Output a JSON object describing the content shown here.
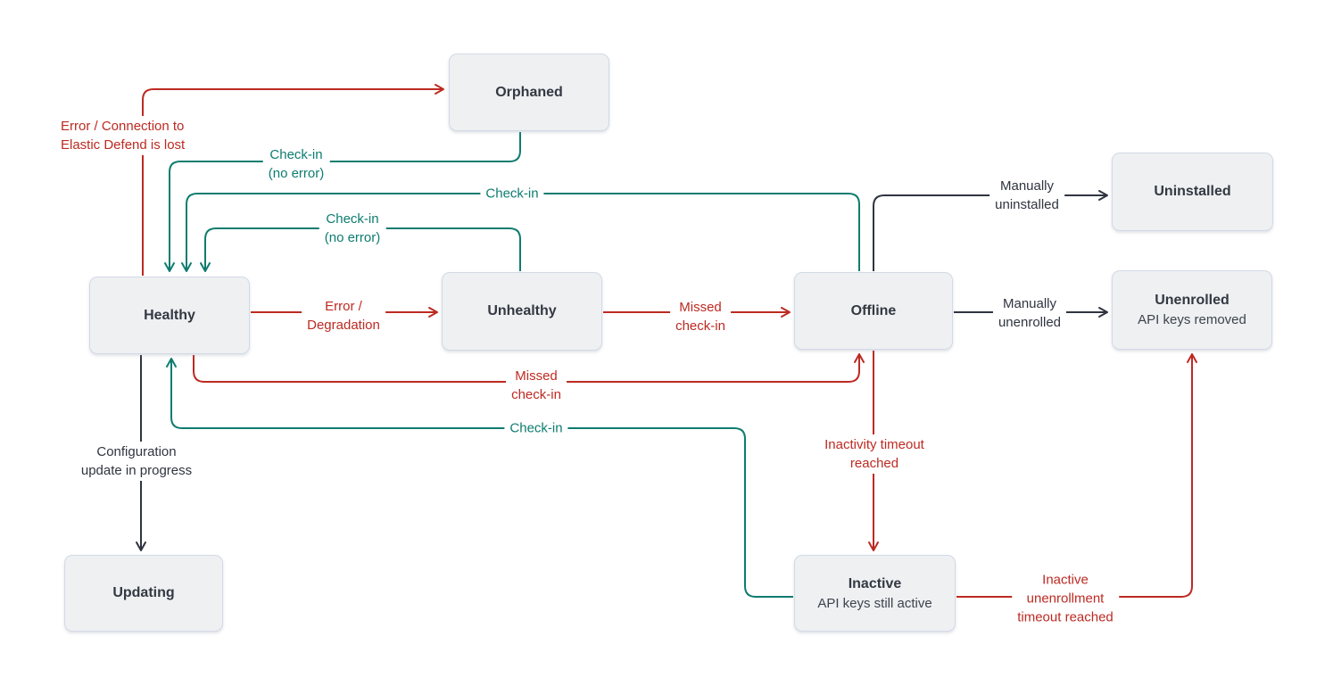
{
  "colors": {
    "error_red": "#bd2a22",
    "checkin_teal": "#0e7c6f",
    "neutral_dark": "#2f3440",
    "node_fill": "#eef0f2",
    "node_border": "#d3dae6",
    "node_text": "#333842"
  },
  "nodes": {
    "orphaned": {
      "label": "Orphaned"
    },
    "healthy": {
      "label": "Healthy"
    },
    "unhealthy": {
      "label": "Unhealthy"
    },
    "offline": {
      "label": "Offline"
    },
    "uninstalled": {
      "label": "Uninstalled"
    },
    "unenrolled": {
      "label": "Unenrolled",
      "sublabel": "API keys removed"
    },
    "updating": {
      "label": "Updating"
    },
    "inactive": {
      "label": "Inactive",
      "sublabel": "API keys still active"
    }
  },
  "edges": {
    "healthy_to_orphaned": {
      "from": "Healthy",
      "to": "Orphaned",
      "label": "Error / Connection to\nElastic Defend is lost",
      "color": "red"
    },
    "orphaned_to_healthy": {
      "from": "Orphaned",
      "to": "Healthy",
      "label": "Check-in\n(no error)",
      "color": "teal"
    },
    "offline_to_healthy": {
      "from": "Offline",
      "to": "Healthy",
      "label": "Check-in",
      "color": "teal"
    },
    "unhealthy_to_healthy": {
      "from": "Unhealthy",
      "to": "Healthy",
      "label": "Check-in\n(no error)",
      "color": "teal"
    },
    "healthy_to_unhealthy": {
      "from": "Healthy",
      "to": "Unhealthy",
      "label": "Error /\nDegradation",
      "color": "red"
    },
    "unhealthy_to_offline": {
      "from": "Unhealthy",
      "to": "Offline",
      "label": "Missed\ncheck-in",
      "color": "red"
    },
    "healthy_to_offline": {
      "from": "Healthy",
      "to": "Offline",
      "label": "Missed\ncheck-in",
      "color": "red"
    },
    "inactive_to_healthy": {
      "from": "Inactive",
      "to": "Healthy",
      "label": "Check-in",
      "color": "teal"
    },
    "healthy_to_updating": {
      "from": "Healthy",
      "to": "Updating",
      "label": "Configuration\nupdate in progress",
      "color": "dark"
    },
    "offline_to_uninstalled": {
      "from": "Offline",
      "to": "Uninstalled",
      "label": "Manually\nuninstalled",
      "color": "dark"
    },
    "offline_to_unenrolled": {
      "from": "Offline",
      "to": "Unenrolled",
      "label": "Manually\nunenrolled",
      "color": "dark"
    },
    "offline_to_inactive": {
      "from": "Offline",
      "to": "Inactive",
      "label": "Inactivity timeout\nreached",
      "color": "red"
    },
    "inactive_to_unenrolled": {
      "from": "Inactive",
      "to": "Unenrolled",
      "label": "Inactive\nunenrollment\ntimeout reached",
      "color": "red"
    }
  }
}
